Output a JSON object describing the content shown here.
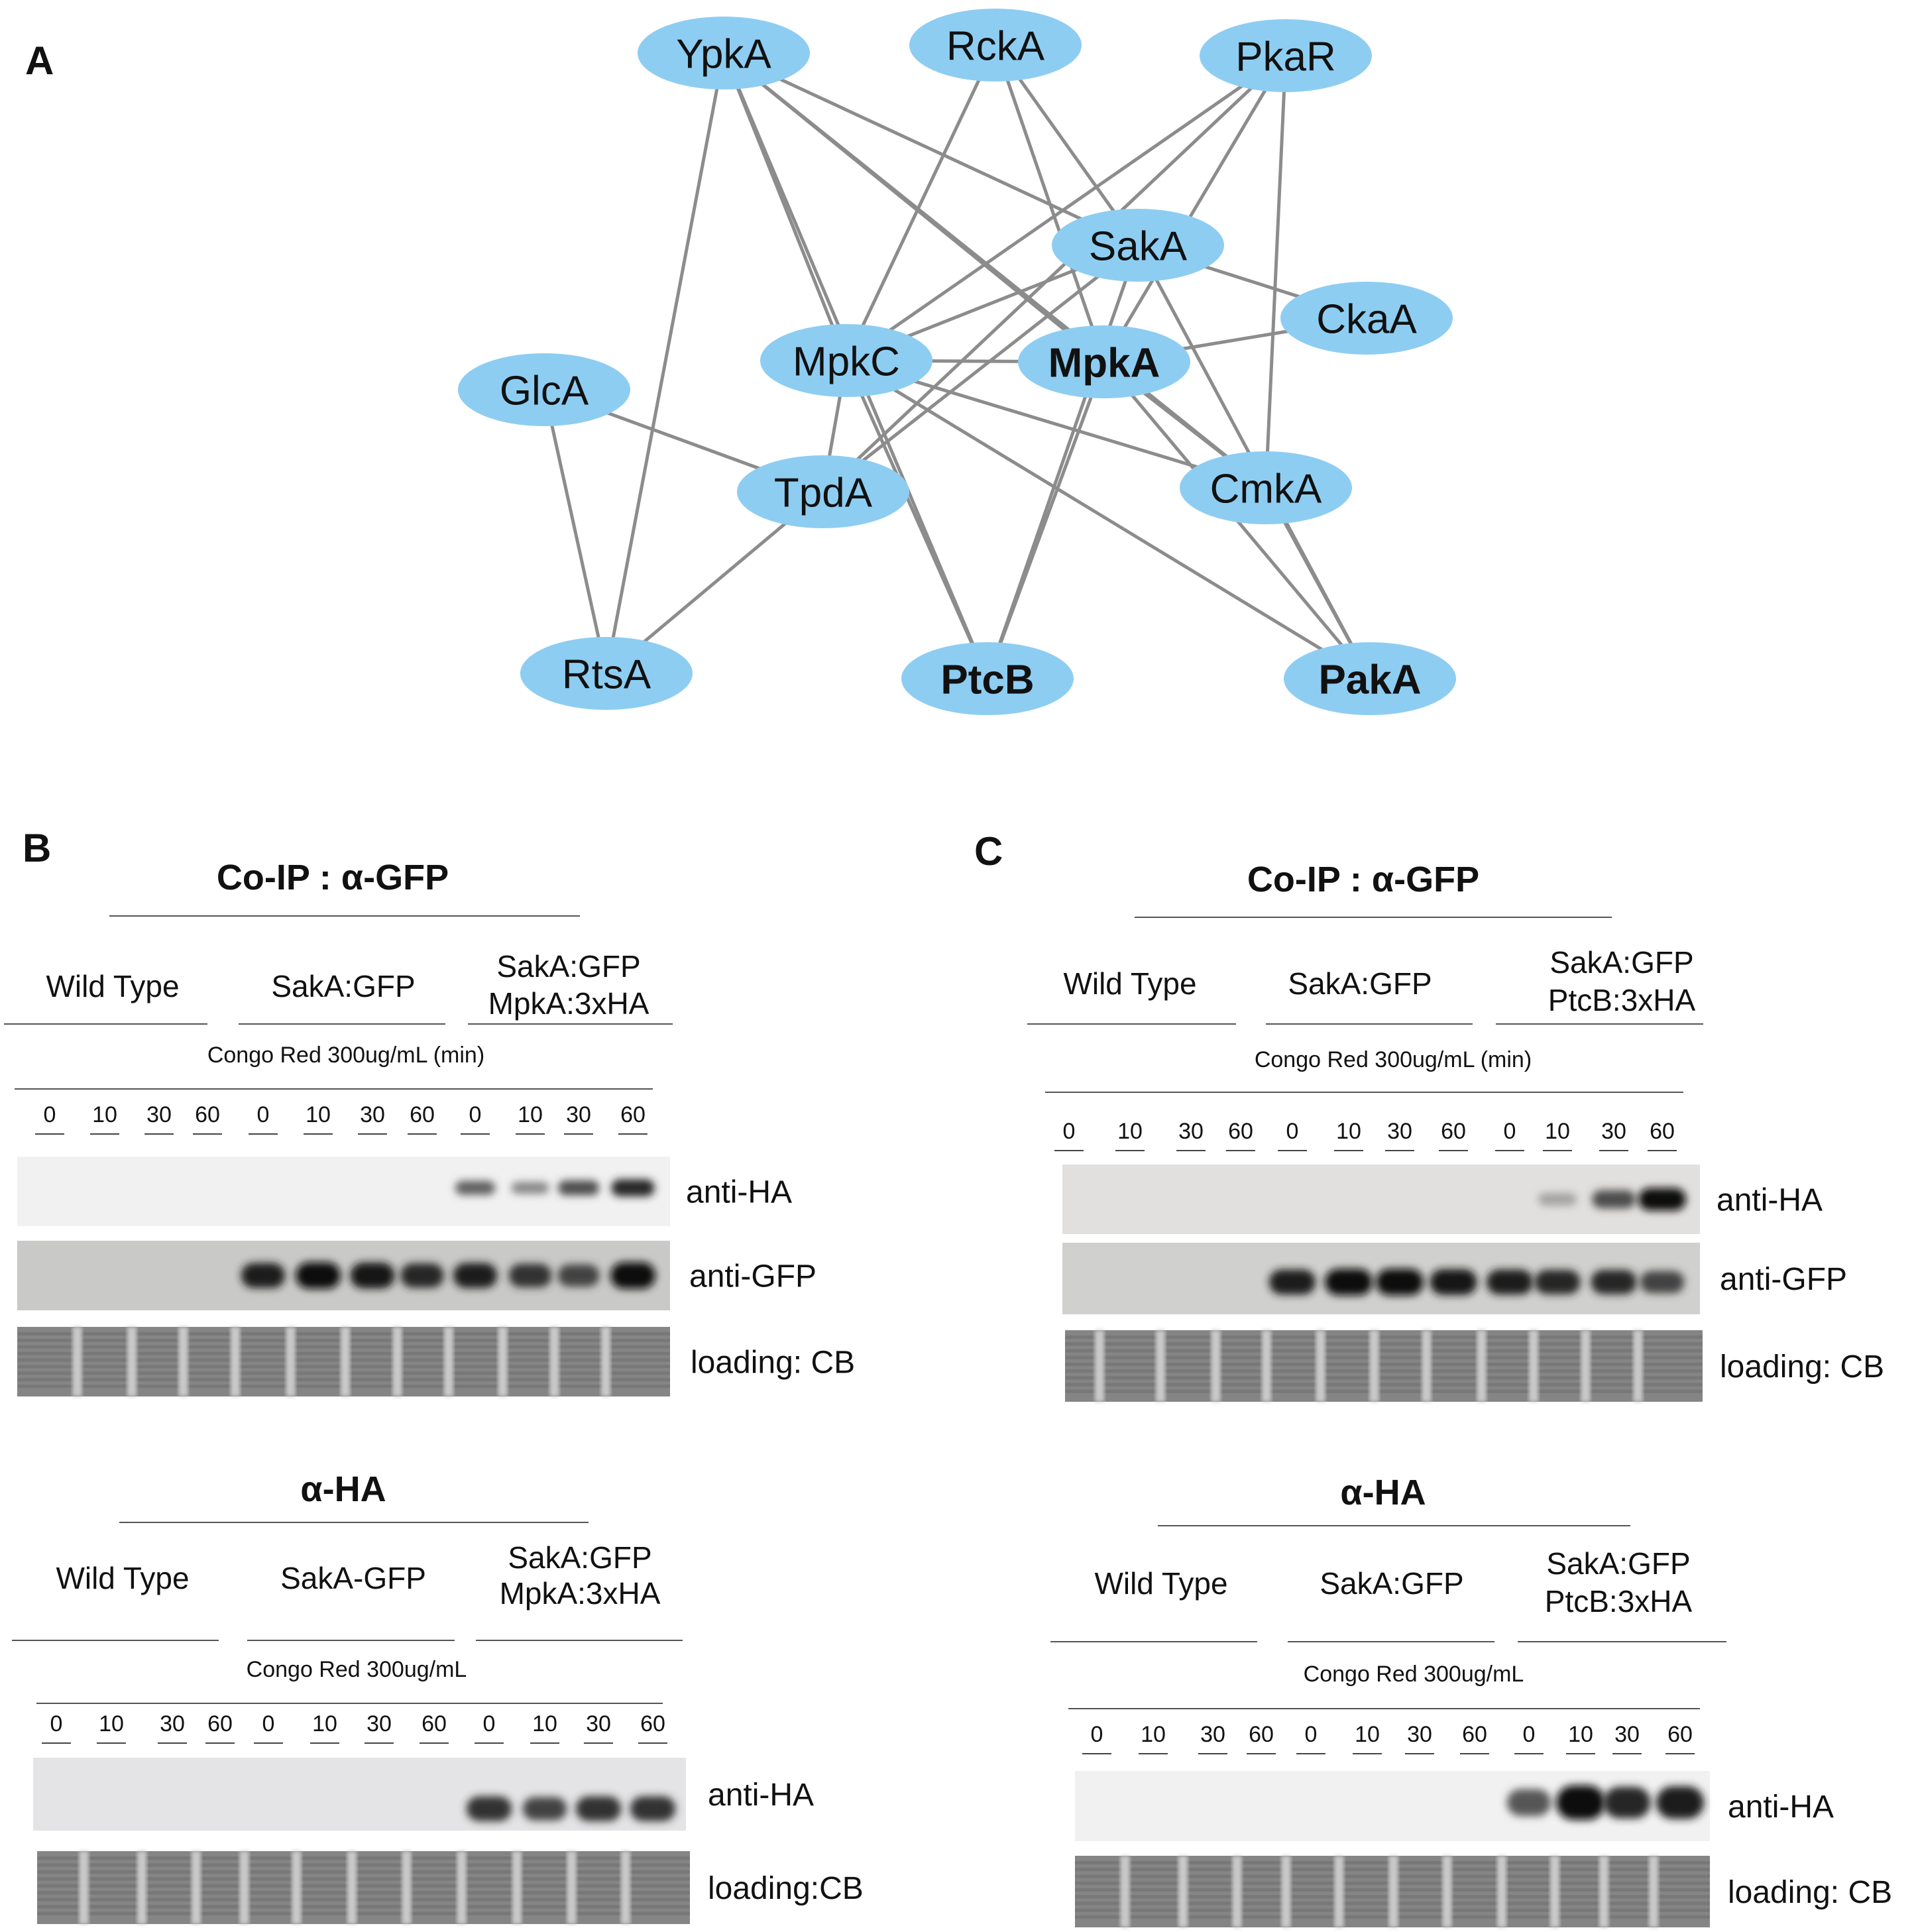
{
  "panel_a": {
    "letter": "A",
    "nodes": [
      {
        "id": "YpkA",
        "label": "YpkA",
        "bold": false
      },
      {
        "id": "RckA",
        "label": "RckA",
        "bold": false
      },
      {
        "id": "PkaR",
        "label": "PkaR",
        "bold": false
      },
      {
        "id": "SakA",
        "label": "SakA",
        "bold": false
      },
      {
        "id": "CkaA",
        "label": "CkaA",
        "bold": false
      },
      {
        "id": "MpkC",
        "label": "MpkC",
        "bold": false
      },
      {
        "id": "MpkA",
        "label": "MpkA",
        "bold": true
      },
      {
        "id": "GlcA",
        "label": "GlcA",
        "bold": false
      },
      {
        "id": "TpdA",
        "label": "TpdA",
        "bold": false
      },
      {
        "id": "CmkA",
        "label": "CmkA",
        "bold": false
      },
      {
        "id": "RtsA",
        "label": "RtsA",
        "bold": false
      },
      {
        "id": "PtcB",
        "label": "PtcB",
        "bold": true
      },
      {
        "id": "PakA",
        "label": "PakA",
        "bold": true
      }
    ],
    "edges": [
      [
        "YpkA",
        "SakA"
      ],
      [
        "YpkA",
        "MpkA"
      ],
      [
        "YpkA",
        "MpkC"
      ],
      [
        "YpkA",
        "RtsA"
      ],
      [
        "YpkA",
        "PtcB"
      ],
      [
        "YpkA",
        "CmkA"
      ],
      [
        "RckA",
        "MpkC"
      ],
      [
        "RckA",
        "SakA"
      ],
      [
        "RckA",
        "MpkA"
      ],
      [
        "PkaR",
        "MpkC"
      ],
      [
        "PkaR",
        "MpkA"
      ],
      [
        "PkaR",
        "TpdA"
      ],
      [
        "PkaR",
        "CmkA"
      ],
      [
        "SakA",
        "MpkC"
      ],
      [
        "SakA",
        "CkaA"
      ],
      [
        "SakA",
        "TpdA"
      ],
      [
        "SakA",
        "PakA"
      ],
      [
        "SakA",
        "PtcB"
      ],
      [
        "MpkA",
        "MpkC"
      ],
      [
        "MpkA",
        "CkaA"
      ],
      [
        "MpkA",
        "PtcB"
      ],
      [
        "MpkA",
        "CmkA"
      ],
      [
        "MpkA",
        "PakA"
      ],
      [
        "MpkC",
        "TpdA"
      ],
      [
        "MpkC",
        "PtcB"
      ],
      [
        "MpkC",
        "CmkA"
      ],
      [
        "MpkC",
        "PakA"
      ],
      [
        "GlcA",
        "TpdA"
      ],
      [
        "GlcA",
        "RtsA"
      ],
      [
        "TpdA",
        "RtsA"
      ],
      [
        "CmkA",
        "PakA"
      ]
    ]
  },
  "panel_b": {
    "letter": "B",
    "top": {
      "title": "Co-IP : α-GFP",
      "strains": [
        {
          "lines": [
            "Wild Type"
          ]
        },
        {
          "lines": [
            "SakA:GFP"
          ]
        },
        {
          "lines": [
            "SakA:GFP",
            "MpkA:3xHA"
          ]
        }
      ],
      "treatment": "Congo Red 300ug/mL (min)",
      "timepoints": [
        "0",
        "10",
        "30",
        "60",
        "0",
        "10",
        "30",
        "60",
        "0",
        "10",
        "30",
        "60"
      ],
      "blots": [
        {
          "label": "anti-HA",
          "intensity": [
            0,
            0,
            0,
            0,
            0,
            0,
            0,
            0,
            0.55,
            0.35,
            0.65,
            0.85
          ]
        },
        {
          "label": "anti-GFP",
          "intensity": [
            0,
            0,
            0,
            0,
            0.9,
            1,
            0.95,
            0.85,
            0.9,
            0.8,
            0.7,
            1
          ]
        },
        {
          "label": "loading: CB"
        }
      ]
    },
    "bottom": {
      "title": "α-HA",
      "strains": [
        {
          "lines": [
            "Wild Type"
          ]
        },
        {
          "lines": [
            "SakA-GFP"
          ]
        },
        {
          "lines": [
            "SakA:GFP",
            "MpkA:3xHA"
          ]
        }
      ],
      "treatment": "Congo Red 300ug/mL",
      "timepoints": [
        "0",
        "10",
        "30",
        "60",
        "0",
        "10",
        "30",
        "60",
        "0",
        "10",
        "30",
        "60"
      ],
      "blots": [
        {
          "label": "anti-HA",
          "intensity": [
            0,
            0,
            0,
            0,
            0,
            0,
            0,
            0,
            0.8,
            0.7,
            0.8,
            0.8
          ]
        },
        {
          "label": "loading:CB"
        }
      ]
    }
  },
  "panel_c": {
    "letter": "C",
    "top": {
      "title": "Co-IP : α-GFP",
      "strains": [
        {
          "lines": [
            "Wild Type"
          ]
        },
        {
          "lines": [
            "SakA:GFP"
          ]
        },
        {
          "lines": [
            "SakA:GFP",
            "PtcB:3xHA"
          ]
        }
      ],
      "treatment": "Congo Red 300ug/mL (min)",
      "timepoints": [
        "0",
        "10",
        "30",
        "60",
        "0",
        "10",
        "30",
        "60",
        "0",
        "10",
        "30",
        "60"
      ],
      "blots": [
        {
          "label": "anti-HA",
          "intensity": [
            0,
            0,
            0,
            0,
            0,
            0,
            0,
            0,
            0,
            0.2,
            0.65,
            1
          ]
        },
        {
          "label": "anti-GFP",
          "intensity": [
            0,
            0,
            0,
            0,
            0.9,
            1,
            1,
            0.95,
            0.9,
            0.85,
            0.85,
            0.7
          ]
        },
        {
          "label": "loading: CB"
        }
      ]
    },
    "bottom": {
      "title": "α-HA",
      "strains": [
        {
          "lines": [
            "Wild Type"
          ]
        },
        {
          "lines": [
            "SakA:GFP"
          ]
        },
        {
          "lines": [
            "SakA:GFP",
            "PtcB:3xHA"
          ]
        }
      ],
      "treatment": "Congo Red 300ug/mL",
      "timepoints": [
        "0",
        "10",
        "30",
        "60",
        "0",
        "10",
        "30",
        "60",
        "0",
        "10",
        "30",
        "60"
      ],
      "blots": [
        {
          "label": "anti-HA",
          "intensity": [
            0,
            0,
            0,
            0,
            0,
            0,
            0,
            0,
            0.6,
            1,
            0.85,
            0.9
          ]
        },
        {
          "label": "loading: CB"
        }
      ]
    }
  },
  "colors": {
    "node": "#8ecdf2",
    "edge": "#8c8c8c"
  }
}
